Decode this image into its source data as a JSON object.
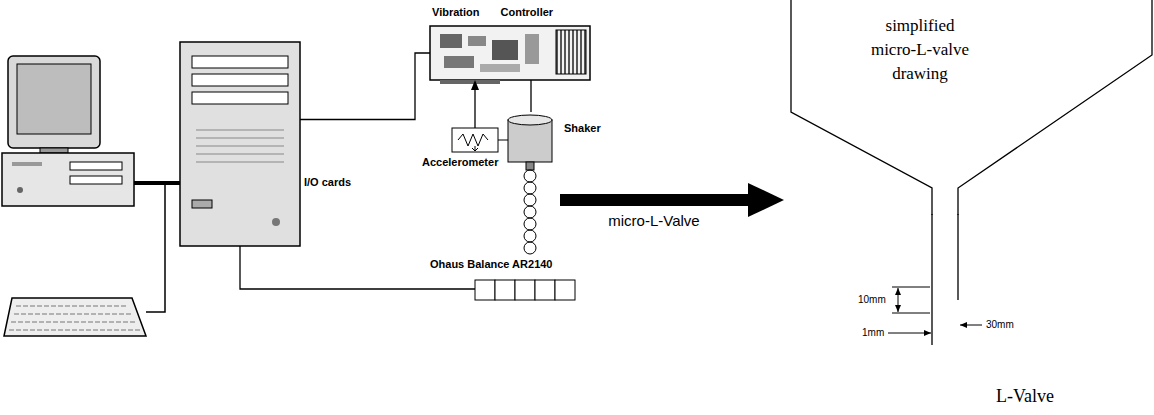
{
  "diagram": {
    "nodes": [
      {
        "text": [
          "I/O cards"
        ]
      },
      {
        "text": [
          "Vibration Controller"
        ]
      },
      {
        "text": [
          "Accelerometer"
        ]
      },
      {
        "text": [
          "Shaker"
        ]
      },
      {
        "text": [
          "Ohaus Balance AR2140"
        ]
      },
      {
        "text": [
          "simplified micro-L-valve drawing"
        ]
      }
    ],
    "edges": [
      {
        "from": 0,
        "to": 1,
        "arrow": "none"
      },
      {
        "from": 1,
        "to": 3,
        "arrow": "none"
      },
      {
        "from": 2,
        "to": 1,
        "arrow": "to"
      },
      {
        "from": 0,
        "to": 4,
        "arrow": "none"
      },
      {
        "from": 3,
        "to": 5,
        "label": "micro-L-Valve",
        "arrow": "to"
      }
    ],
    "labels": [
      "10mm",
      "30mm",
      "1mm",
      "L-Valve"
    ]
  }
}
